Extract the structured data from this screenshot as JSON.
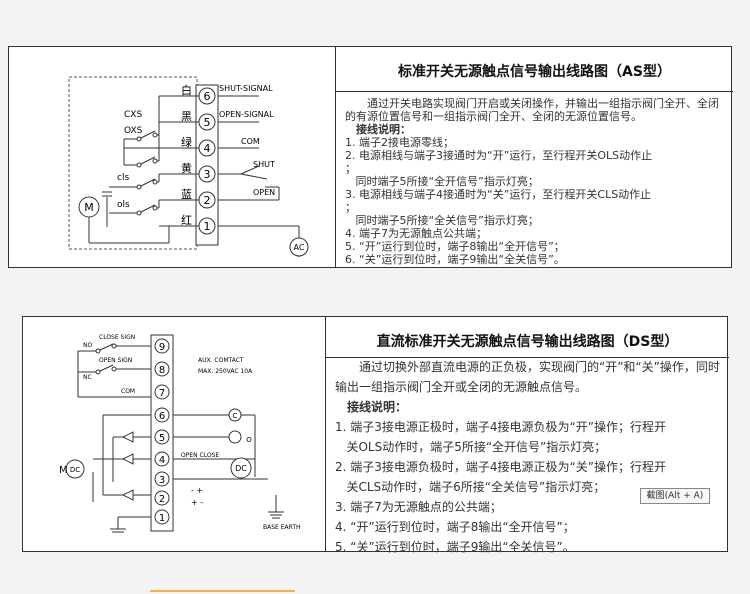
{
  "as_panel": {
    "title": "标准开关无源触点信号输出线路图（AS型）",
    "intro": "通过开关电路实现阀门开启或关闭操作，并输出一组指示阀门全开、全闭的有源位置信号和一组指示阀门全开、全闭的无源位置信号。",
    "heading": "接线说明：",
    "lines": [
      "1. 端子2接电源零线；",
      "2. 电源相线与端子3接通时为“开”运行，至行程开关OLS动作止",
      "；",
      "   同时端子5所接“全开信号”指示灯亮；",
      "3. 电源相线与端子4接通时为“关”运行，至行程开关CLS动作止",
      "；",
      "   同时端子5所接“全关信号”指示灯亮；",
      "4. 端子7为无源触点公共端；",
      "5. “开”运行到位时，端子8输出“全开信号”；",
      "6. “关”运行到位时，端子9输出“全关信号”。"
    ],
    "diagram": {
      "terminals": [
        "6",
        "5",
        "4",
        "3",
        "2",
        "1"
      ],
      "colors": [
        "白",
        "黑",
        "绿",
        "黄",
        "蓝",
        "红"
      ],
      "signals": [
        "SHUT-SIGNAL",
        "OPEN-SIGNAL",
        "COM",
        "SHUT",
        "OPEN"
      ],
      "switch_labels": [
        "CXS",
        "OXS",
        "cls",
        "ols"
      ],
      "motor": "M",
      "source": "AC"
    }
  },
  "ds_panel": {
    "title": "直流标准开关无源触点信号输出线路图（DS型）",
    "intro": "通过切换外部直流电源的正负极，实现阀门的“开”和“关”操作，同时输出一组指示阀门全开或全闭的无源触点信号。",
    "heading": "接线说明：",
    "lines": [
      "1. 端子3接电源正极时，端子4接电源负极为“开”操作；行程开",
      "   关OLS动作时，端子5所接“全开信号”指示灯亮；",
      "2. 端子3接电源负极时，端子4接电源正极为“关”操作；行程开",
      "   关CLS动作时，端子6所接“全关信号”指示灯亮；",
      "3. 端子7为无源触点的公共端；",
      "4. “开”运行到位时，端子8输出“全开信号”；",
      "5. “关”运行到位时，端子9输出“全关信号”。"
    ],
    "diagram": {
      "terminals": [
        "9",
        "8",
        "7",
        "6",
        "5",
        "4",
        "3",
        "2",
        "1"
      ],
      "switch_labels": [
        "CLOSE SIGN",
        "OPEN SIGN",
        "COM",
        "NO",
        "NC"
      ],
      "aux_note": "AUX. COMTACT",
      "rating": "MAX. 250VAC 10A",
      "open_close": "OPEN   CLOSE",
      "pol_open": "-    +",
      "pol_close": "+    -",
      "motor": "M",
      "source": "DC",
      "earth": "BASE EARTH",
      "lamp_c": "C",
      "lamp_o": "O"
    }
  },
  "tooltip": "截图(Alt + A)"
}
